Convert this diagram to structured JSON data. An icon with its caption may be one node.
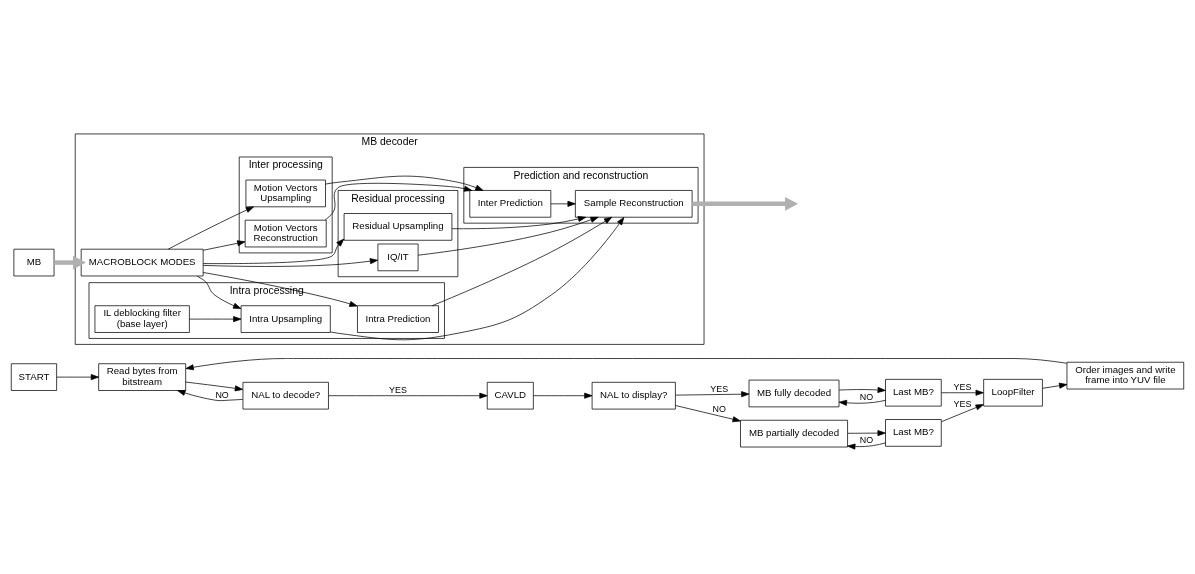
{
  "diagram": {
    "nodes": [
      {
        "text": [
          "START"
        ]
      },
      {
        "text": [
          "Read bytes from bitstream"
        ]
      },
      {
        "text": [
          "NAL to decode?"
        ]
      },
      {
        "text": [
          "CAVLD"
        ]
      },
      {
        "text": [
          "NAL to display?"
        ]
      },
      {
        "text": [
          "MB partially decoded"
        ]
      },
      {
        "text": [
          "MB fully decoded"
        ]
      },
      {
        "text": [
          "Last MB?"
        ]
      },
      {
        "text": [
          "Last MB?"
        ]
      },
      {
        "text": [
          "LoopFilter"
        ]
      },
      {
        "text": [
          "Order images and write frame into YUV file"
        ]
      },
      {
        "text": [
          "MB"
        ]
      },
      {
        "text": [
          "MB decoder"
        ]
      },
      {
        "text": [
          "MACROBLOCK MODES"
        ],
        "in": 12
      },
      {
        "text": [
          "Residual processing"
        ],
        "in": 12
      },
      {
        "text": [
          "Residual Upsampling"
        ],
        "in": 14
      },
      {
        "text": [
          "IQ/IT"
        ],
        "in": 14
      },
      {
        "text": [
          "Intra processing"
        ],
        "in": 12
      },
      {
        "text": [
          "IL deblocking filter (base layer)"
        ],
        "in": 17
      },
      {
        "text": [
          "Intra Upsampling"
        ],
        "in": 17
      },
      {
        "text": [
          "Intra Prediction"
        ],
        "in": 17
      },
      {
        "text": [
          "Inter processing"
        ],
        "in": 12
      },
      {
        "text": [
          "Motion Vectors Upsampling"
        ],
        "in": 21
      },
      {
        "text": [
          "Motion Vectors Reconstruction"
        ],
        "in": 21
      },
      {
        "text": [
          "Prediction and reconstruction"
        ],
        "in": 12
      },
      {
        "text": [
          "Sample Reconstruction"
        ],
        "in": 24
      },
      {
        "text": [
          "Inter Prediction"
        ],
        "in": 24
      }
    ],
    "edges": [
      {
        "from": 0,
        "to": 1,
        "arrow": "to"
      },
      {
        "from": 1,
        "to": 2,
        "arrow": "to"
      },
      {
        "from": 2,
        "to": 1,
        "arrow": "to",
        "label": "NO"
      },
      {
        "from": 2,
        "to": 3,
        "arrow": "to",
        "label": "YES"
      },
      {
        "from": 3,
        "to": 4,
        "arrow": "to"
      },
      {
        "from": 4,
        "to": 5,
        "arrow": "to",
        "label": "NO"
      },
      {
        "from": 4,
        "to": 6,
        "arrow": "to",
        "label": "YES"
      },
      {
        "from": 5,
        "to": 7,
        "arrow": "to"
      },
      {
        "from": 6,
        "to": 8,
        "arrow": "to"
      },
      {
        "from": 7,
        "to": 5,
        "arrow": "to",
        "label": "NO"
      },
      {
        "from": 8,
        "to": 6,
        "arrow": "to",
        "label": "NO"
      },
      {
        "from": 7,
        "to": 9,
        "arrow": "to",
        "label": "YES"
      },
      {
        "from": 8,
        "to": 9,
        "arrow": "to",
        "label": "YES"
      },
      {
        "from": 9,
        "to": 10,
        "arrow": "to"
      },
      {
        "from": 10,
        "to": 1,
        "arrow": "to"
      },
      {
        "from": 11,
        "to": 13,
        "arrow": "to",
        "style": "thick",
        "color": "#b0b0b0"
      },
      {
        "from": 13,
        "to": 15,
        "arrow": "to"
      },
      {
        "from": 13,
        "to": 16,
        "arrow": "to"
      },
      {
        "from": 13,
        "to": 19,
        "arrow": "to"
      },
      {
        "from": 13,
        "to": 20,
        "arrow": "to"
      },
      {
        "from": 13,
        "to": 22,
        "arrow": "to"
      },
      {
        "from": 13,
        "to": 23,
        "arrow": "to"
      },
      {
        "from": 18,
        "to": 19,
        "arrow": "to"
      },
      {
        "from": 15,
        "to": 25,
        "arrow": "to"
      },
      {
        "from": 16,
        "to": 25,
        "arrow": "to"
      },
      {
        "from": 19,
        "to": 25,
        "arrow": "to"
      },
      {
        "from": 20,
        "to": 25,
        "arrow": "to"
      },
      {
        "from": 22,
        "to": 26,
        "arrow": "to"
      },
      {
        "from": 23,
        "to": 26,
        "arrow": "to"
      },
      {
        "from": 26,
        "to": 25,
        "arrow": "to"
      },
      {
        "from": 25,
        "to": null,
        "arrow": "to",
        "style": "thick",
        "color": "#b0b0b0"
      }
    ]
  }
}
